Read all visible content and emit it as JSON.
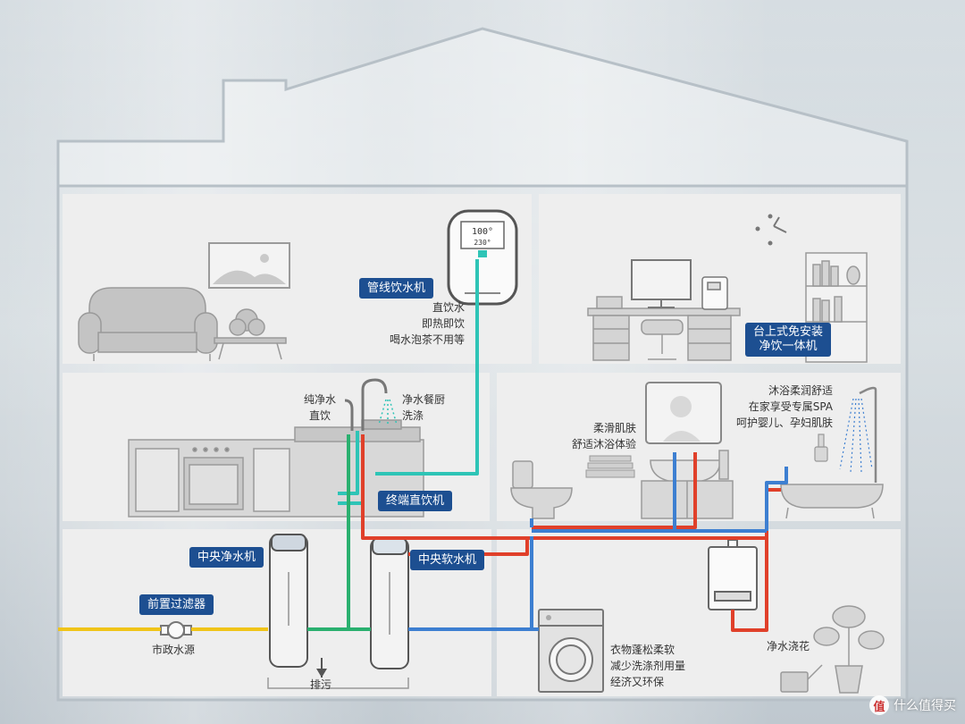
{
  "tags": {
    "pipeline_dispenser": "管线饮水机",
    "desktop_purifier": "台上式免安装\n净饮一体机",
    "terminal_purifier": "终端直饮机",
    "central_purifier": "中央净水机",
    "central_softener": "中央软水机",
    "pre_filter": "前置过滤器"
  },
  "notes": {
    "dispenser_features": [
      "直饮水",
      "即热即饮",
      "喝水泡茶不用等"
    ],
    "kitchen_left": [
      "纯净水",
      "直饮"
    ],
    "kitchen_right": [
      "净水餐厨",
      "洗涤"
    ],
    "bath_skin": [
      "柔滑肌肤",
      "舒适沐浴体验"
    ],
    "shower_spa": [
      "沐浴柔润舒适",
      "在家享受专属SPA",
      "呵护婴儿、孕妇肌肤"
    ],
    "laundry": [
      "衣物蓬松柔软",
      "减少洗涤剂用量",
      "经济又环保"
    ],
    "watering": "净水浇花",
    "city_source": "市政水源",
    "drain": "排污"
  },
  "device": {
    "display_top": "100°",
    "display_bottom": "230°"
  },
  "brand": {
    "logo": "值",
    "name": "什么值得买"
  },
  "colors": {
    "cold_pipe": "#3d7fd1",
    "hot_pipe": "#e0402a",
    "pure_pipe": "#2ec4b6",
    "city_pipe": "#f0c419",
    "tag_bg": "#1d4f91"
  }
}
